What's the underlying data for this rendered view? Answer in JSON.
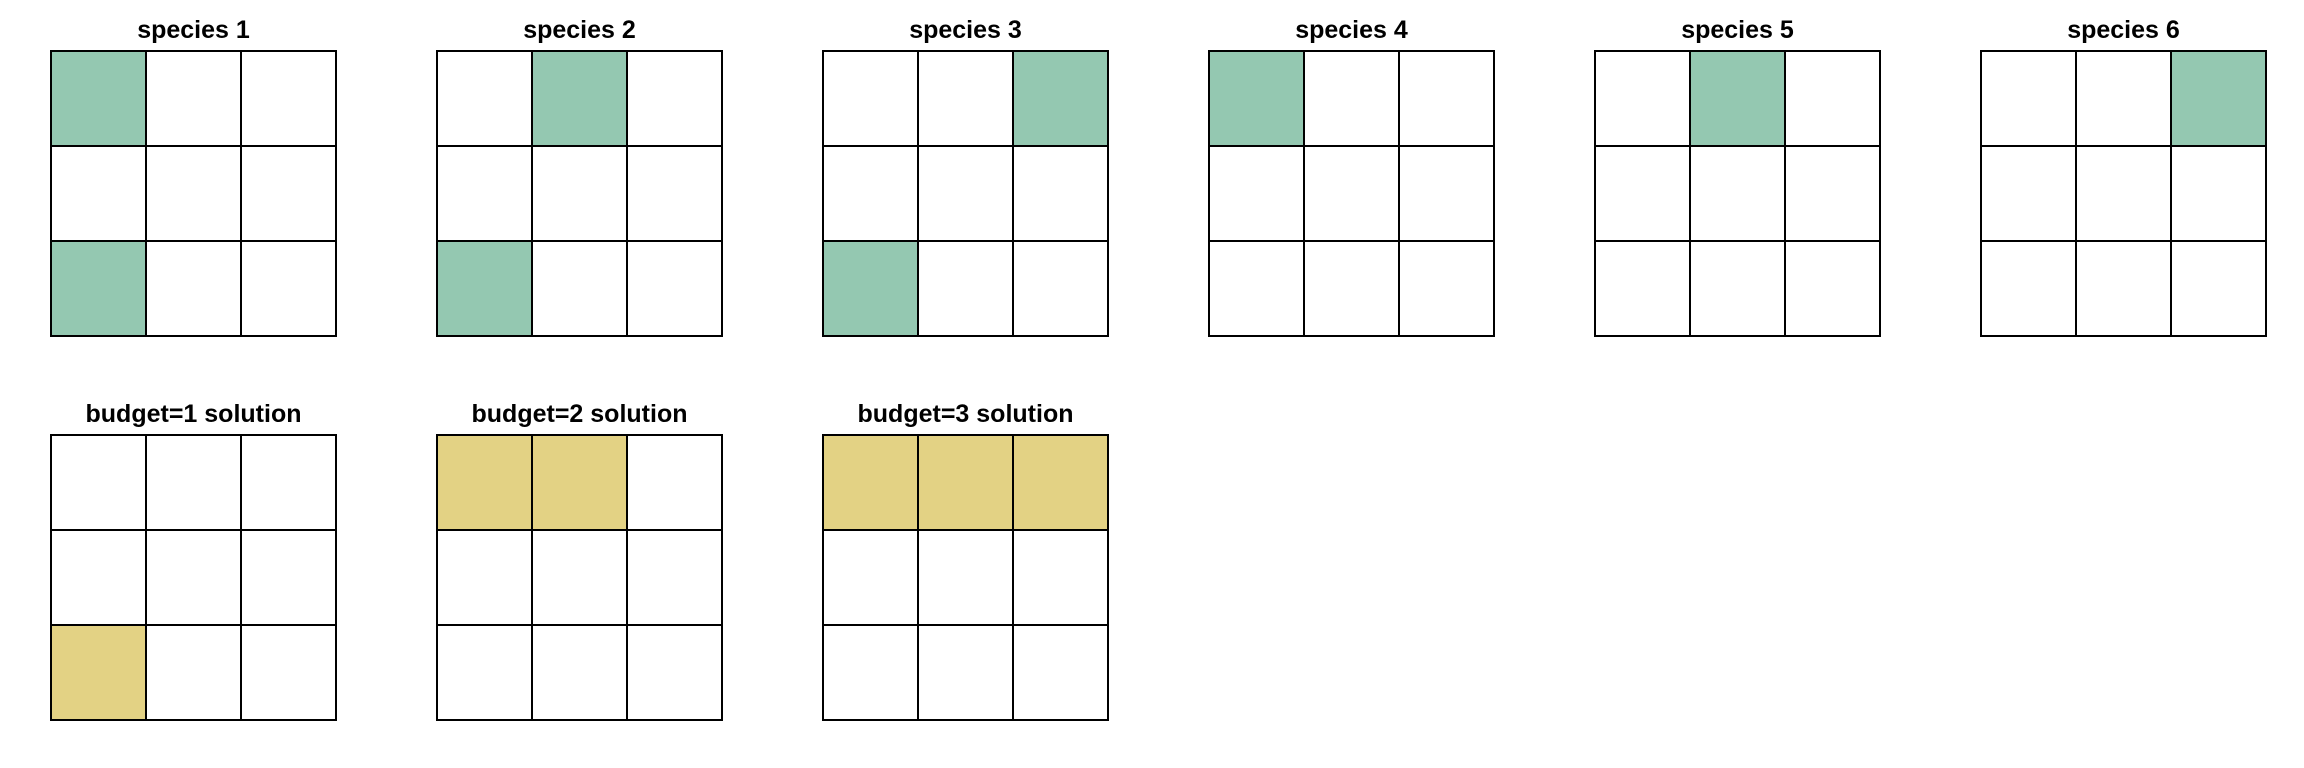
{
  "colors": {
    "species_fill": "#94c8b1",
    "solution_fill": "#e3d284",
    "empty_fill": "#ffffff",
    "grid_line": "#000000"
  },
  "grid_size": 3,
  "species_panels": [
    {
      "title": "species 1",
      "filled": [
        [
          0,
          0
        ],
        [
          2,
          0
        ]
      ]
    },
    {
      "title": "species 2",
      "filled": [
        [
          0,
          1
        ],
        [
          2,
          0
        ]
      ]
    },
    {
      "title": "species 3",
      "filled": [
        [
          0,
          2
        ],
        [
          2,
          0
        ]
      ]
    },
    {
      "title": "species 4",
      "filled": [
        [
          0,
          0
        ]
      ]
    },
    {
      "title": "species 5",
      "filled": [
        [
          0,
          1
        ]
      ]
    },
    {
      "title": "species 6",
      "filled": [
        [
          0,
          2
        ]
      ]
    }
  ],
  "solution_panels": [
    {
      "title": "budget=1 solution",
      "filled": [
        [
          2,
          0
        ]
      ]
    },
    {
      "title": "budget=2 solution",
      "filled": [
        [
          0,
          0
        ],
        [
          0,
          1
        ]
      ]
    },
    {
      "title": "budget=3 solution",
      "filled": [
        [
          0,
          0
        ],
        [
          0,
          1
        ],
        [
          0,
          2
        ]
      ]
    }
  ]
}
